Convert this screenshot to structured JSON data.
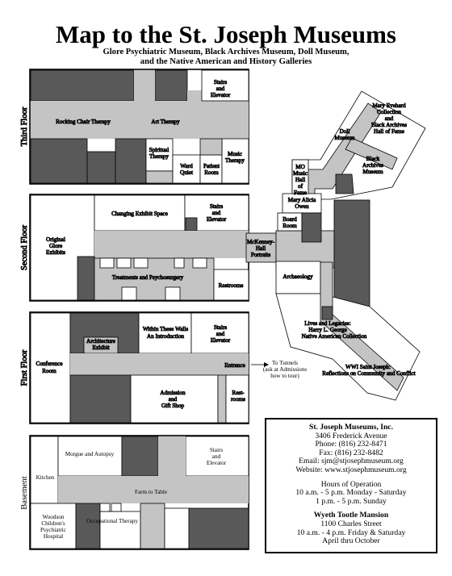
{
  "title": "Map to the St. Joseph Museums",
  "subtitle": [
    "Glore Psychiatric Museum, Black Archives Museum, Doll Museum,",
    "and the Native American and History Galleries"
  ],
  "colors": {
    "dark": "#595959",
    "light": "#c4c4c4",
    "white": "#ffffff",
    "border": "#000000"
  },
  "floors": {
    "third": "Third Floor",
    "second": "Second Floor",
    "first": "First Floor",
    "basement": "Basement"
  },
  "rooms": {
    "third": {
      "stairs": [
        "Stairs",
        "and",
        "Elevator"
      ],
      "rocking": "Rocking Chair Therapy",
      "art": "Art Therapy",
      "spiritual": [
        "Spiritual",
        "Therapy"
      ],
      "ward": [
        "Ward",
        "Quiet"
      ],
      "patient": [
        "Patient",
        "Room"
      ],
      "music": [
        "Music",
        "Therapy"
      ]
    },
    "second": {
      "changing": "Changing Exhibit Space",
      "stairs": [
        "Stairs",
        "and",
        "Elevator"
      ],
      "glore": [
        "Original",
        "Glore",
        "Exhibits"
      ],
      "treatments": "Treatments and Psychosurgery",
      "restrooms": "Restrooms",
      "mckenney": [
        "McKenney-",
        "Hall",
        "Portraits"
      ]
    },
    "first": {
      "conference": [
        "Conference",
        "Room"
      ],
      "architecture": [
        "Architecture",
        "Exhibit"
      ],
      "within": [
        "Within These Walls",
        "An Introduction"
      ],
      "stairs": [
        "Stairs",
        "and",
        "Elevator"
      ],
      "entrance": "Entrance",
      "admission": [
        "Admission",
        "and",
        "Gift Shop"
      ],
      "restrooms": [
        "Rest-",
        "rooms"
      ]
    },
    "basement": {
      "kitchen": "Kitchen",
      "morgue": "Morgue and Autopsy",
      "stairs": [
        "Stairs",
        "and",
        "Elevator"
      ],
      "farm": "Farm to Table",
      "woodson": [
        "Woodson",
        "Children's",
        "Psychiatric",
        "Hospital"
      ],
      "occupational": "Occupational Therapy"
    },
    "east": {
      "mary": [
        "Mary Evehard",
        "Collection",
        "and",
        "Black Archives",
        "Hall of Fame"
      ],
      "doll": [
        "Doll",
        "Museum"
      ],
      "blackArchives": [
        "Black",
        "Archives",
        "Museum"
      ],
      "mo": [
        "MO",
        "Music",
        "Hall",
        "of",
        "Fame"
      ],
      "owen": [
        "Mary Alicia",
        "Owen"
      ],
      "board": [
        "Board",
        "Room"
      ],
      "archaeology": "Archaeology",
      "lives": [
        "Lives and Legacies:",
        "Harry L. George",
        "Native American Collection"
      ],
      "wwi": [
        "WWI Saint Joseph:",
        "Reflections on Community and Conflict"
      ]
    }
  },
  "tunnels": [
    "To Tunnels",
    "(ask at Admissions",
    "how to tour)"
  ],
  "info": {
    "org": "St. Joseph Museums, Inc.",
    "address": "3406 Frederick Avenue",
    "phone": "Phone: (816) 232-8471",
    "fax": "Fax: (816) 232-8482",
    "email": "Email: sjm@stjosephmuseum.org",
    "website": "Website: www.stjosephmuseum.org",
    "hoursTitle": "Hours of Operation",
    "hours1": "10 a.m. - 5 p.m. Monday - Saturday",
    "hours2": "1 p.m. - 5 p.m. Sunday",
    "mansion": "Wyeth Tootle Mansion",
    "mansionAddress": "1100 Charles Street",
    "mansionHours": "10 a.m. - 4 p.m. Friday & Saturday",
    "mansionSeason": "April thru October"
  }
}
